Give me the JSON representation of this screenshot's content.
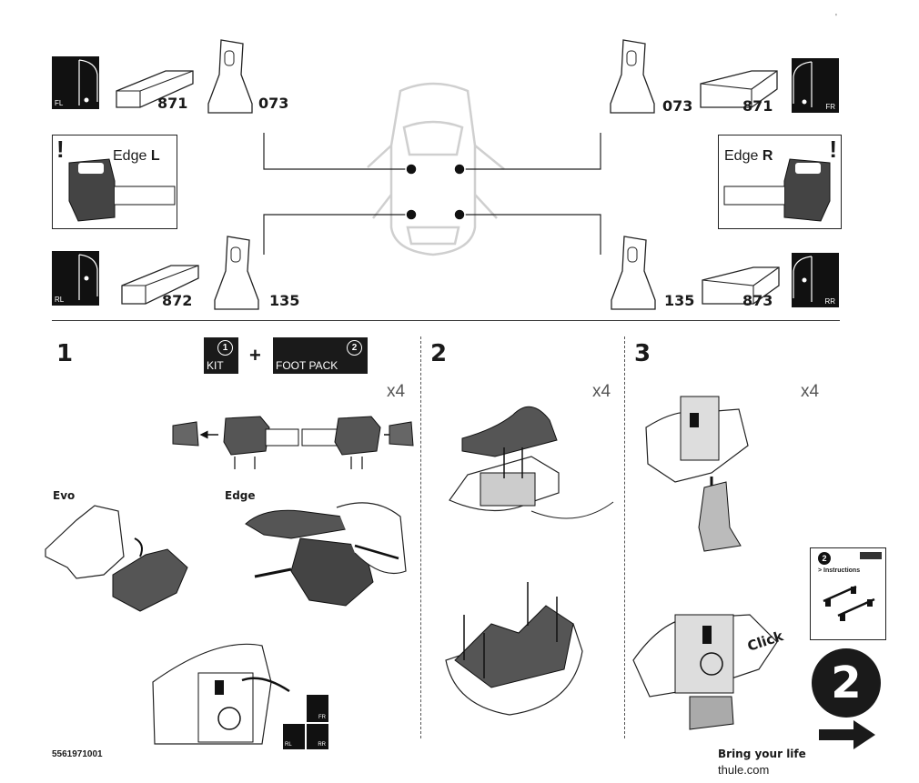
{
  "header": {
    "corner_mark": "'"
  },
  "overview": {
    "fl": {
      "pos": "FL",
      "foot_code": "871",
      "pad_code": "073"
    },
    "fr": {
      "pos": "FR",
      "foot_code": "871",
      "pad_code": "073"
    },
    "rl": {
      "pos": "RL",
      "foot_code": "872",
      "pad_code": "135"
    },
    "rr": {
      "pos": "RR",
      "foot_code": "873",
      "pad_code": "135"
    },
    "edge_left": {
      "alert": "!",
      "prefix": "Edge",
      "side": "L"
    },
    "edge_right": {
      "alert": "!",
      "prefix": "Edge",
      "side": "R"
    }
  },
  "steps": {
    "s1": {
      "number": "1",
      "kit_num": "1",
      "kit_label": "KIT",
      "plus": "+",
      "foot_num": "2",
      "foot_label": "FOOT PACK",
      "multiplier": "x4",
      "evo_label": "Evo",
      "edge_label": "Edge",
      "mini_fr": "FR",
      "mini_rl": "RL",
      "mini_rr": "RR"
    },
    "s2": {
      "number": "2",
      "multiplier": "x4"
    },
    "s3": {
      "number": "3",
      "multiplier": "x4",
      "click": "Click"
    }
  },
  "booklet": {
    "number": "2",
    "title": "> Instructions"
  },
  "next": {
    "number": "2"
  },
  "footer": {
    "doc_number": "5561971001",
    "slogan": "Bring your life",
    "url": "thule.com"
  }
}
